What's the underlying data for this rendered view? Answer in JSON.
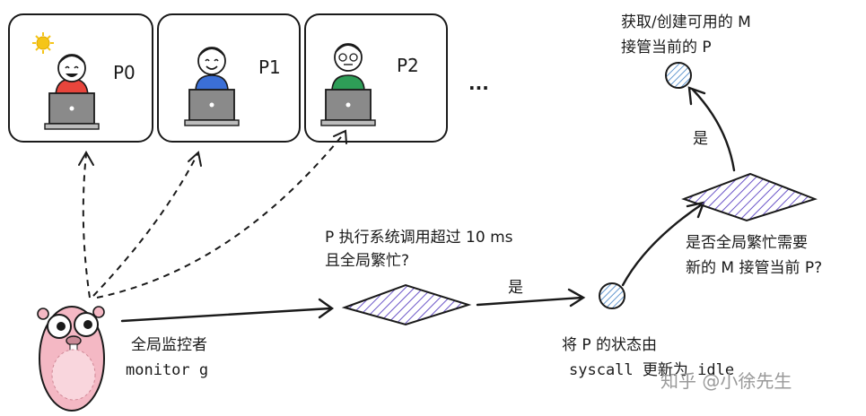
{
  "processors": [
    {
      "label": "P0"
    },
    {
      "label": "P1"
    },
    {
      "label": "P2"
    }
  ],
  "more_processors": "...",
  "monitor": {
    "title": "全局监控者",
    "subtitle": "monitor g"
  },
  "decision_syscall": {
    "line1": "P 执行系统调用超过 10 ms",
    "line2": "且全局繁忙?"
  },
  "yes_label_1": "是",
  "state_change": {
    "line1": "将 P 的状态由",
    "line2": "syscall 更新为 idle"
  },
  "decision_busy": {
    "line1": "是否全局繁忙需要",
    "line2": "新的 M 接管当前 P?"
  },
  "yes_label_2": "是",
  "acquire_m": {
    "line1": "获取/创建可用的 M",
    "line2": "接管当前的 P"
  },
  "watermark": "知乎 @小徐先生",
  "colors": {
    "p0_shirt": "#e8453c",
    "p1_shirt": "#3b6fd6",
    "p2_shirt": "#2e9d57",
    "hatch": "#6b55c8",
    "node_hatch": "#3d7fc4",
    "gopher": "#f4b8c4"
  }
}
